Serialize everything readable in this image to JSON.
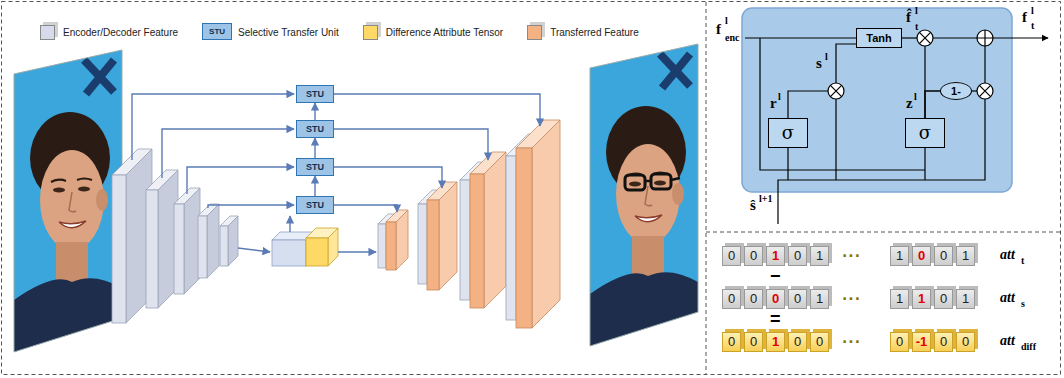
{
  "diagram": {
    "nodes": [
      {
        "text": [
          "STU"
        ]
      },
      {
        "text": [
          "STU"
        ]
      },
      {
        "text": [
          "STU"
        ]
      },
      {
        "text": [
          "STU"
        ]
      },
      {
        "text": [
          "Tanh"
        ]
      },
      {
        "text": [
          "σ"
        ]
      },
      {
        "text": [
          "σ"
        ]
      },
      {
        "text": [
          "1-"
        ]
      }
    ],
    "edges": [
      {
        "from": 3,
        "to": 2,
        "arrow": "to"
      },
      {
        "from": 2,
        "to": 1,
        "arrow": "to"
      },
      {
        "from": 1,
        "to": 0,
        "arrow": "to"
      },
      {
        "from": 6,
        "to": 7,
        "arrow": "none"
      }
    ],
    "labels": [
      "STU",
      "f",
      "l",
      "enc",
      "f̂",
      "l",
      "t",
      "s",
      "l",
      "r",
      "l",
      "z",
      "l",
      "f",
      "l",
      "t",
      "ŝ",
      "l+1",
      "0",
      "0",
      "1",
      "0",
      "1",
      "···",
      "1",
      "0",
      "0",
      "1",
      "att",
      "t",
      "−",
      "0",
      "0",
      "0",
      "0",
      "1",
      "···",
      "1",
      "1",
      "0",
      "1",
      "att",
      "s",
      "=",
      "0",
      "0",
      "1",
      "0",
      "0",
      "···",
      "0",
      "-1",
      "0",
      "0",
      "att",
      "diff"
    ],
    "legend": [
      {
        "text": "Encoder/Decoder Feature",
        "color": "#d5dbe8"
      },
      {
        "text": "Selective Transfer Unit",
        "color": "#9dc3e6"
      },
      {
        "text": "Difference Attribute Tensor",
        "color": "#ffd966"
      },
      {
        "text": "Transferred Feature",
        "color": "#f4b183"
      }
    ]
  }
}
